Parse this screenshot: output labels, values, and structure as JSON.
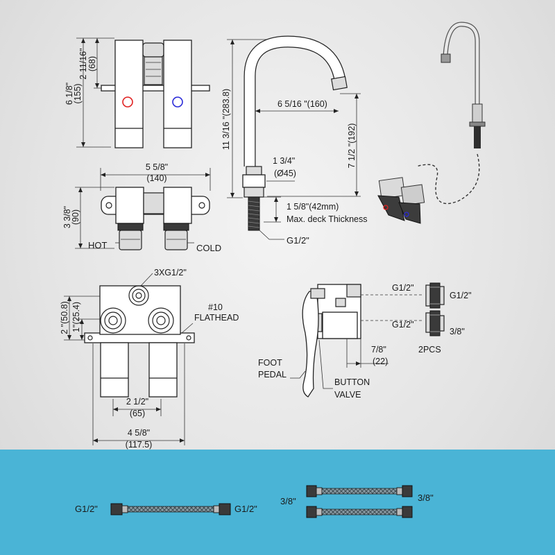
{
  "colors": {
    "band": "#4ab4d6",
    "hot_mark": "#e02020",
    "cold_mark": "#2a2ad8",
    "line": "#222222"
  },
  "front_view": {
    "dim_top": "2 11/16\"",
    "dim_top_mm": "(68)",
    "dim_height": "6 1/8\"",
    "dim_height_mm": "(155)"
  },
  "top_view": {
    "dim_width": "5 5/8\"",
    "dim_width_mm": "(140)",
    "dim_depth": "3 3/8\"",
    "dim_depth_mm": "(90)",
    "hot_label": "HOT",
    "cold_label": "COLD"
  },
  "spout": {
    "dim_height": "11 3/16 \"(283.8)",
    "dim_reach": "6 5/16 \"(160)",
    "dim_outlet": "7 1/2 \"(192)",
    "dim_base": "1 3/4\"",
    "dim_base_mm": "(Ø45)",
    "dim_deck": "1 5/8\"(42mm)",
    "deck_note": "Max. deck Thickness",
    "thread": "G1/2\""
  },
  "rear_view": {
    "inlet_label": "3XG1/2\"",
    "dim_mount_height": "2 \"(50.8)",
    "dim_inlet_height": "1\"(25.4)",
    "screw_label": "#10",
    "screw_type": "FLATHEAD",
    "dim_spacing": "2 1/2\"",
    "dim_spacing_mm": "(65)",
    "dim_overall": "4 5/8\"",
    "dim_overall_mm": "(117.5)"
  },
  "side_view": {
    "port_top_left": "G1/2\"",
    "port_top_right": "G1/2\"",
    "port_bottom_left": "G1/2\"",
    "port_bottom_right": "3/8\"",
    "adapter_qty": "2PCS",
    "dim_offset": "7/8\"",
    "dim_offset_mm": "(22)",
    "pedal_label_1": "FOOT",
    "pedal_label_2": "PEDAL",
    "valve_label_1": "BUTTON",
    "valve_label_2": "VALVE"
  },
  "hoses": {
    "left_end": "G1/2\"",
    "right_end": "G1/2\"",
    "pair_left": "3/8\"",
    "pair_right": "3/8\""
  }
}
